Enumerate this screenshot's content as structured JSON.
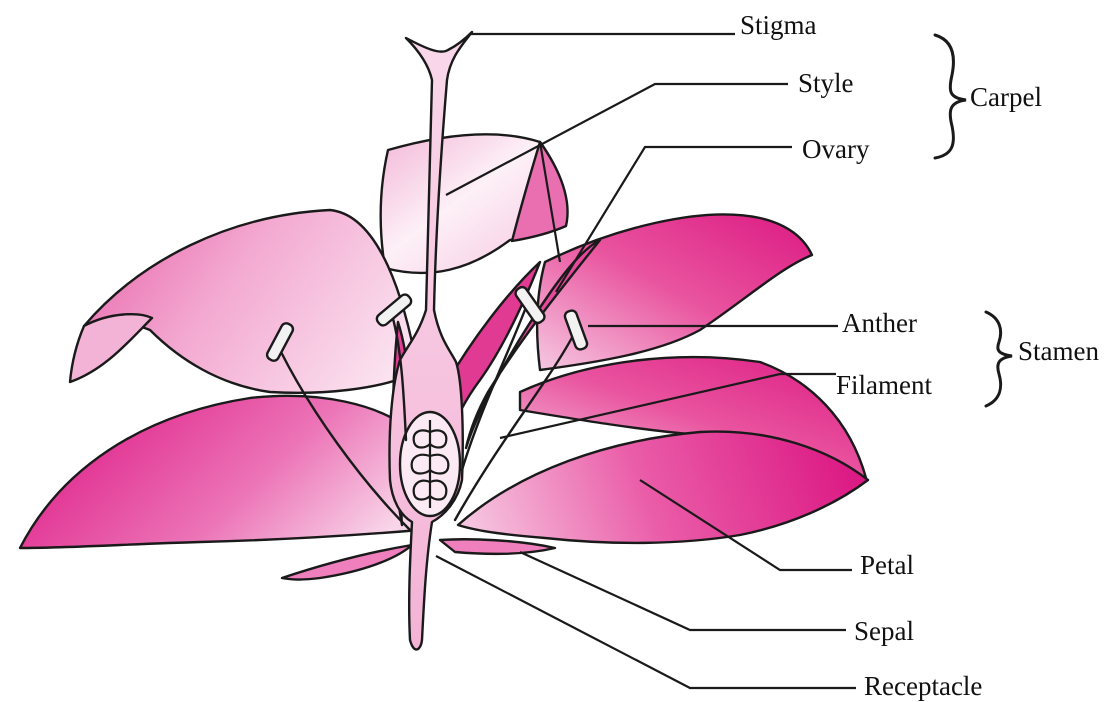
{
  "labels": {
    "stigma": "Stigma",
    "style": "Style",
    "ovary": "Ovary",
    "carpel": "Carpel",
    "anther": "Anther",
    "filament": "Filament",
    "stamen": "Stamen",
    "petal": "Petal",
    "sepal": "Sepal",
    "receptacle": "Receptacle"
  },
  "colors": {
    "petal_dark": "#e0228a",
    "petal_light": "#f6c6e1",
    "petal_mid": "#ec6fb4",
    "ink": "#1a1a1a",
    "anther": "#f1f1f1"
  }
}
